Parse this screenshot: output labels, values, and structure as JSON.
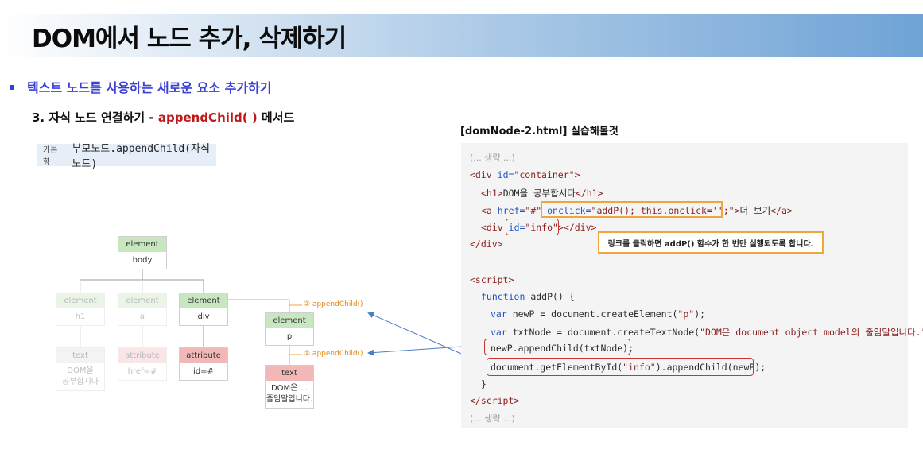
{
  "slide": {
    "title": "DOM에서 노드 추가, 삭제하기",
    "bullet": "텍스트 노드를 사용하는 새로운 요소 추가하기",
    "subheading_prefix": "3. 자식 노드 연결하기 - ",
    "subheading_method": "appendChild( )",
    "subheading_suffix": " 메서드"
  },
  "syntax": {
    "tag": "기본형",
    "code": "부모노드.appendChild(자식노드)"
  },
  "tree": {
    "body": {
      "type": "element",
      "value": "body"
    },
    "h1": {
      "type": "element",
      "value": "h1"
    },
    "a": {
      "type": "element",
      "value": "a"
    },
    "div": {
      "type": "element",
      "value": "div"
    },
    "p": {
      "type": "element",
      "value": "p"
    },
    "text1": {
      "type": "text",
      "value_line1": "DOM을",
      "value_line2": "공부합시다"
    },
    "attr_a": {
      "type": "attribute",
      "value": "href=#"
    },
    "attr_div": {
      "type": "attribute",
      "value": "id=#"
    },
    "text2": {
      "type": "text",
      "value_line1": "DOM은 ...",
      "value_line2": "줄임말입니다."
    },
    "label_step2": "② appendChild()",
    "label_step1": "① appendChild()"
  },
  "code": {
    "file_title": "[domNode-2.html] 실습해볼것",
    "omit_top": "(... 생략 ...)",
    "omit_bottom": "(... 생략 ...)",
    "note": "링크를 클릭하면 addP() 함수가 한 번만 실행되도록 합니다."
  },
  "colors": {
    "accent_blue": "#3a3fd6",
    "method_red": "#c01818",
    "highlight_orange": "#f0a63a",
    "highlight_red": "#c83434",
    "element_green": "#c8e6c0",
    "attribute_red": "#f2b8b8"
  }
}
